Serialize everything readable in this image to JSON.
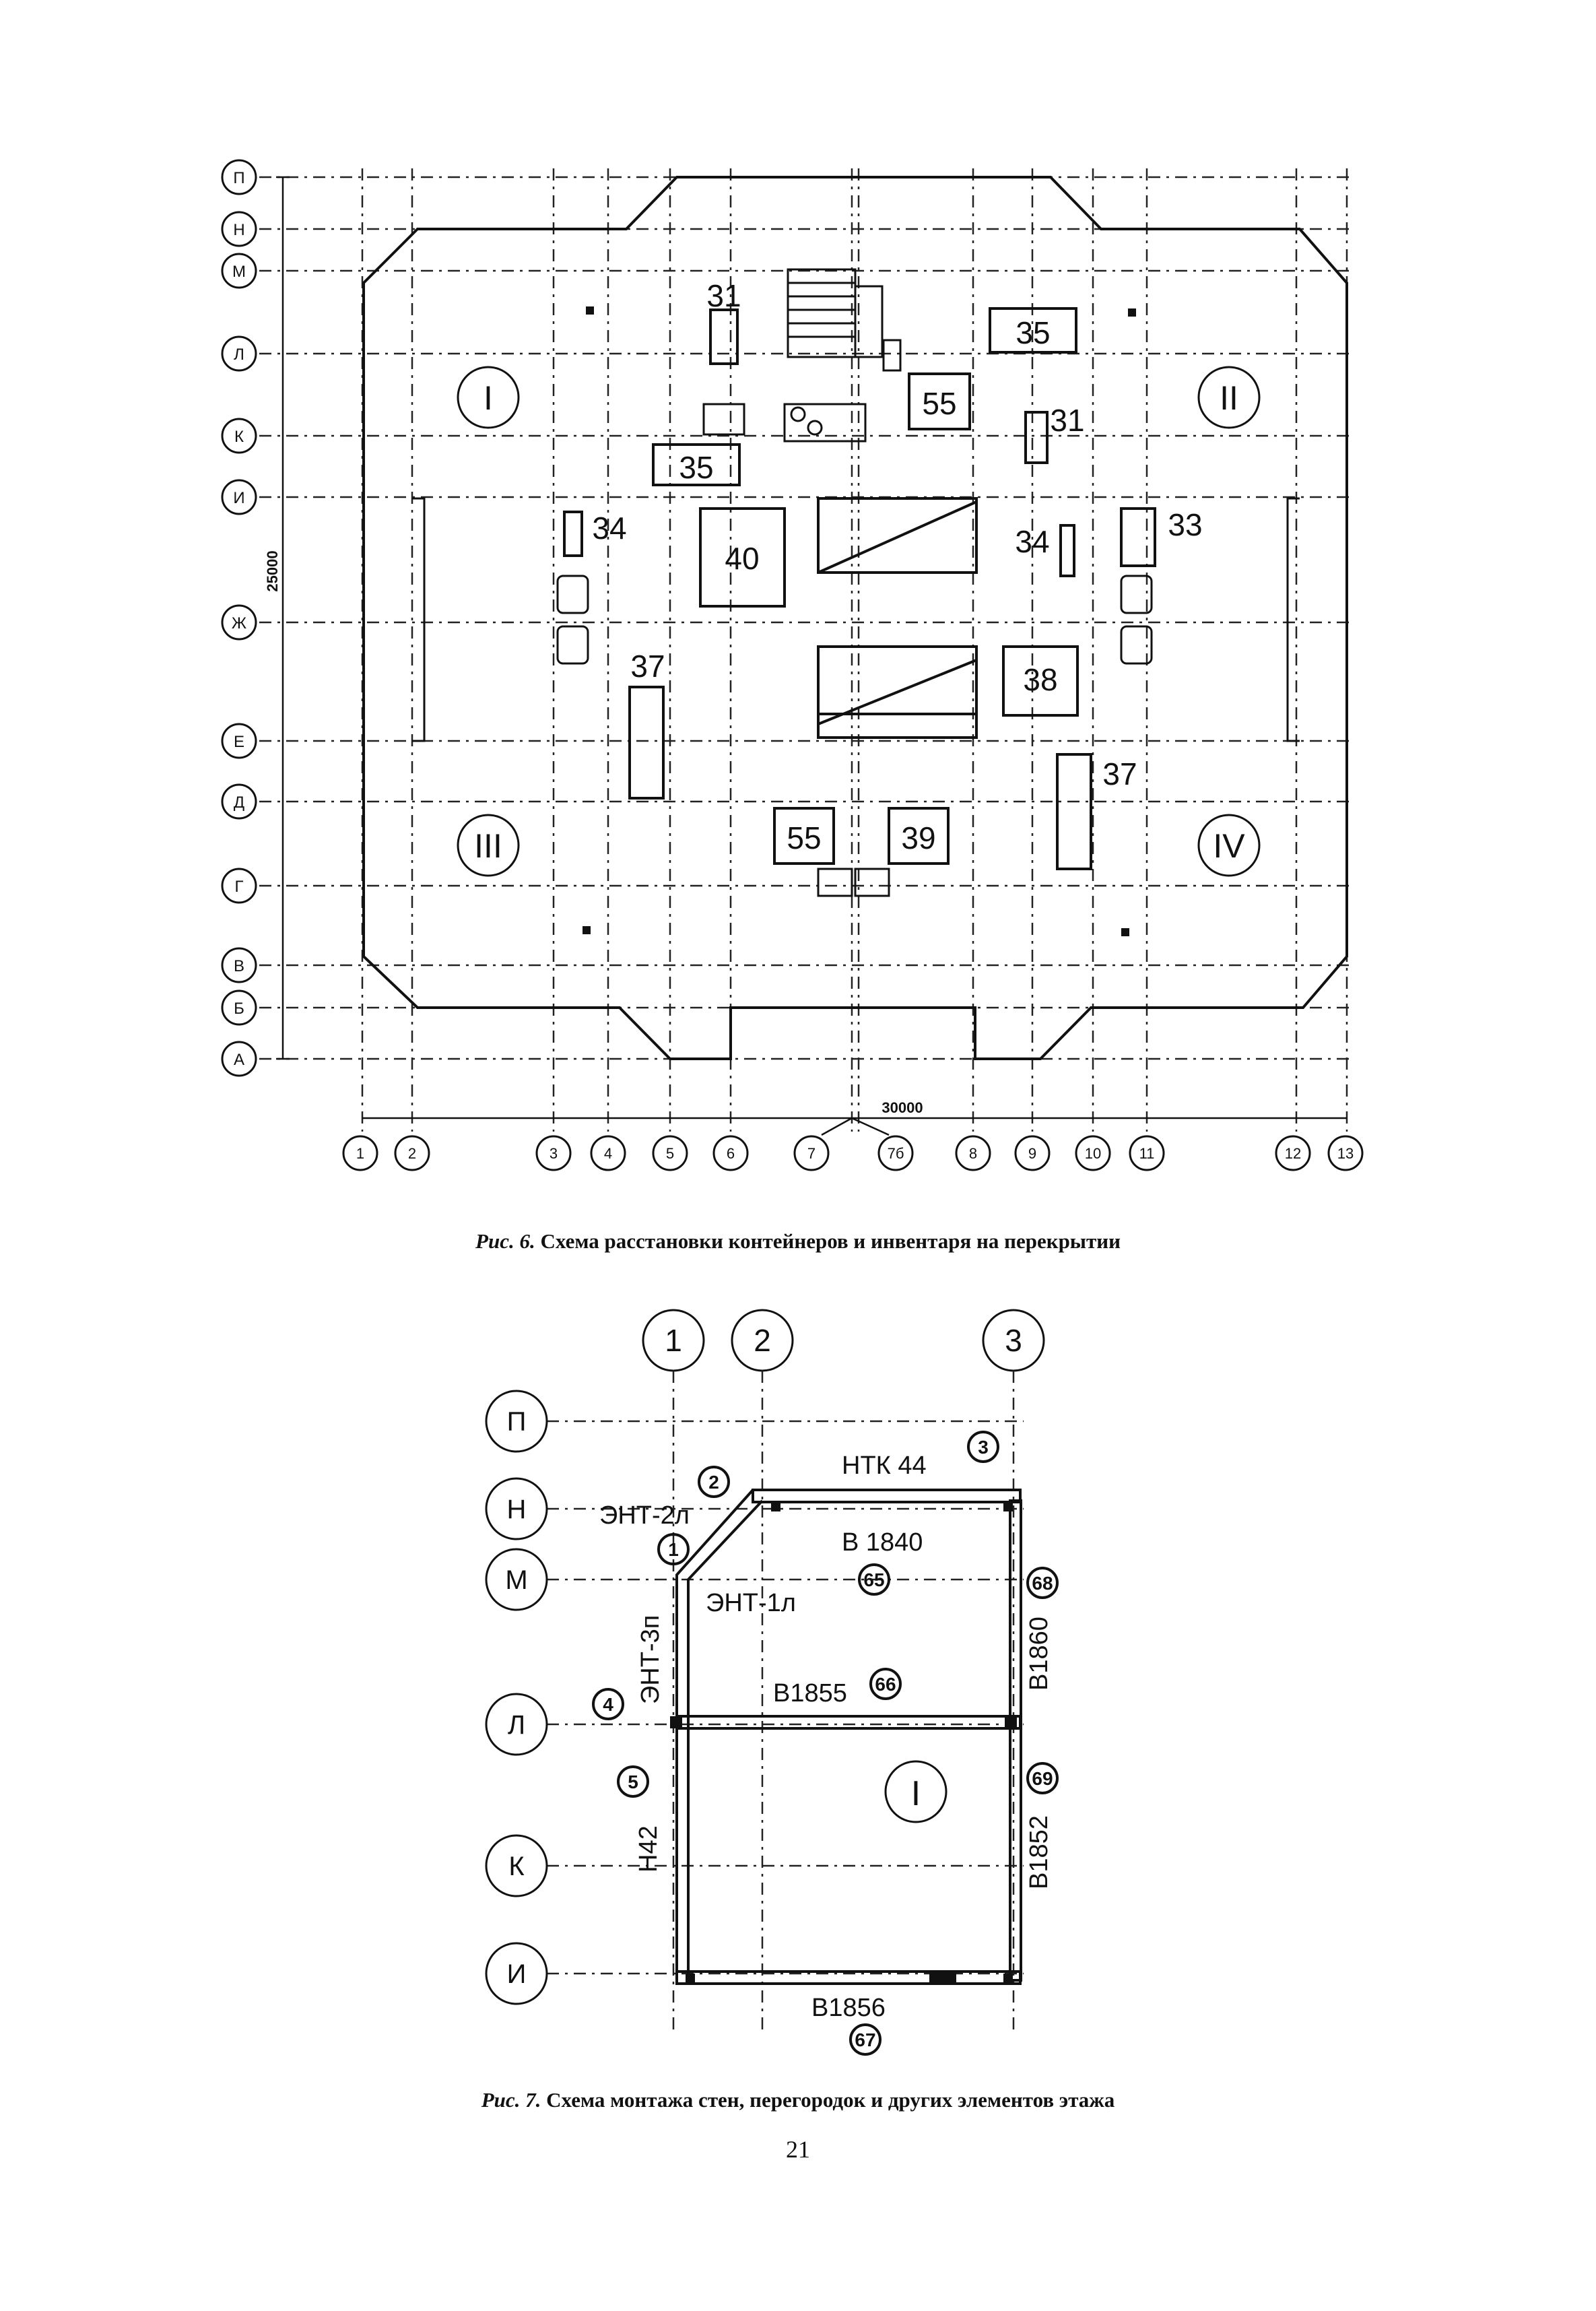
{
  "fig6": {
    "row_labels": [
      "П",
      "Н",
      "М",
      "Л",
      "К",
      "И",
      "Ж",
      "Е",
      "Д",
      "Г",
      "В",
      "Б",
      "А"
    ],
    "col_labels": [
      "1",
      "2",
      "3",
      "4",
      "5",
      "6",
      "7",
      "7б",
      "8",
      "9",
      "10",
      "11",
      "12",
      "13"
    ],
    "dim_horizontal": "30000",
    "dim_vertical": "25000",
    "zones": [
      "I",
      "II",
      "III",
      "IV"
    ],
    "items": [
      "31",
      "35",
      "55",
      "31",
      "35",
      "34",
      "40",
      "34",
      "33",
      "37",
      "38",
      "37",
      "55",
      "39"
    ],
    "caption_prefix": "Рис. 6.",
    "caption_text": "Схема расстановки контейнеров и инвентаря на перекрытии"
  },
  "fig7": {
    "col_labels": [
      "1",
      "2",
      "3"
    ],
    "row_labels": [
      "П",
      "Н",
      "М",
      "Л",
      "К",
      "И"
    ],
    "texts": [
      "НТК 44",
      "ЭНТ-2л",
      "В 1840",
      "ЭНТ-1л",
      "ЭНТ-3п",
      "В1855",
      "В1860",
      "Н42",
      "В1852",
      "В1856"
    ],
    "circled_marks": [
      "3",
      "2",
      "1",
      "65",
      "68",
      "4",
      "66",
      "5",
      "69",
      "67"
    ],
    "zone": "I",
    "caption_prefix": "Рис. 7.",
    "caption_text": "Схема монтажа стен, перегородок и других элементов этажа"
  },
  "page_number": "21"
}
